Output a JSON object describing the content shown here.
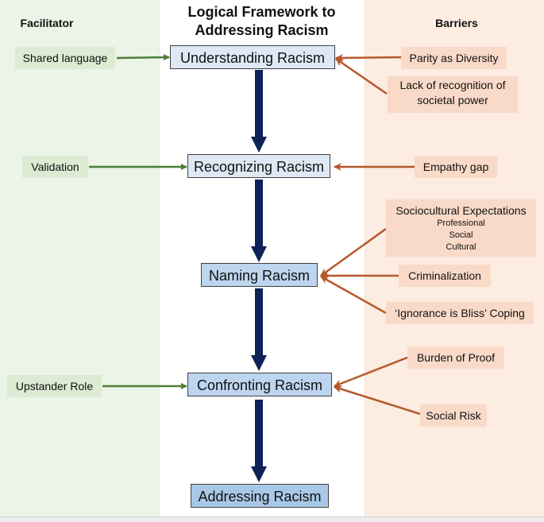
{
  "title": "Logical Framework to Addressing Racism",
  "title_lines": [
    "Logical Framework to",
    "Addressing Racism"
  ],
  "columns": {
    "facilitator": {
      "heading": "Facilitator",
      "color": "#ebf4e6"
    },
    "barriers": {
      "heading": "Barriers",
      "color": "#fcece2"
    }
  },
  "stages": [
    {
      "label": "Understanding Racism",
      "color": "#dee9f5"
    },
    {
      "label": "Recognizing Racism",
      "color": "#dee9f5"
    },
    {
      "label": "Naming Racism",
      "color": "#bdd5ee"
    },
    {
      "label": "Confronting Racism",
      "color": "#bdd5ee"
    },
    {
      "label": "Addressing Racism",
      "color": "#a9c8e8"
    }
  ],
  "facilitators": [
    {
      "label": "Shared language",
      "target_stage": "Understanding Racism"
    },
    {
      "label": "Validation",
      "target_stage": "Recognizing Racism"
    },
    {
      "label": "Upstander Role",
      "target_stage": "Confronting Racism"
    }
  ],
  "barriers": [
    {
      "label": "Parity as Diversity",
      "target_stage": "Understanding Racism"
    },
    {
      "label": "Lack of recognition of societal power",
      "lines": [
        "Lack of recognition of",
        "societal power"
      ],
      "target_stage": "Understanding Racism"
    },
    {
      "label": "Empathy gap",
      "target_stage": "Recognizing Racism"
    },
    {
      "label": "Sociocultural Expectations",
      "sub_items": [
        "Professional",
        "Social",
        "Cultural"
      ],
      "target_stage": "Naming Racism"
    },
    {
      "label": "Criminalization",
      "target_stage": "Naming Racism"
    },
    {
      "label": "‘Ignorance is Bliss’ Coping",
      "target_stage": "Naming Racism"
    },
    {
      "label": "Burden of Proof",
      "target_stage": "Confronting Racism"
    },
    {
      "label": "Social Risk",
      "target_stage": "Confronting Racism"
    }
  ],
  "colors": {
    "flow_arrow": "#0d2357",
    "facilitator_arrow": "#4f7f35",
    "barrier_arrow": "#b5582a",
    "facilitator_box": "#dcebd3",
    "barrier_box": "#f9dac8"
  }
}
